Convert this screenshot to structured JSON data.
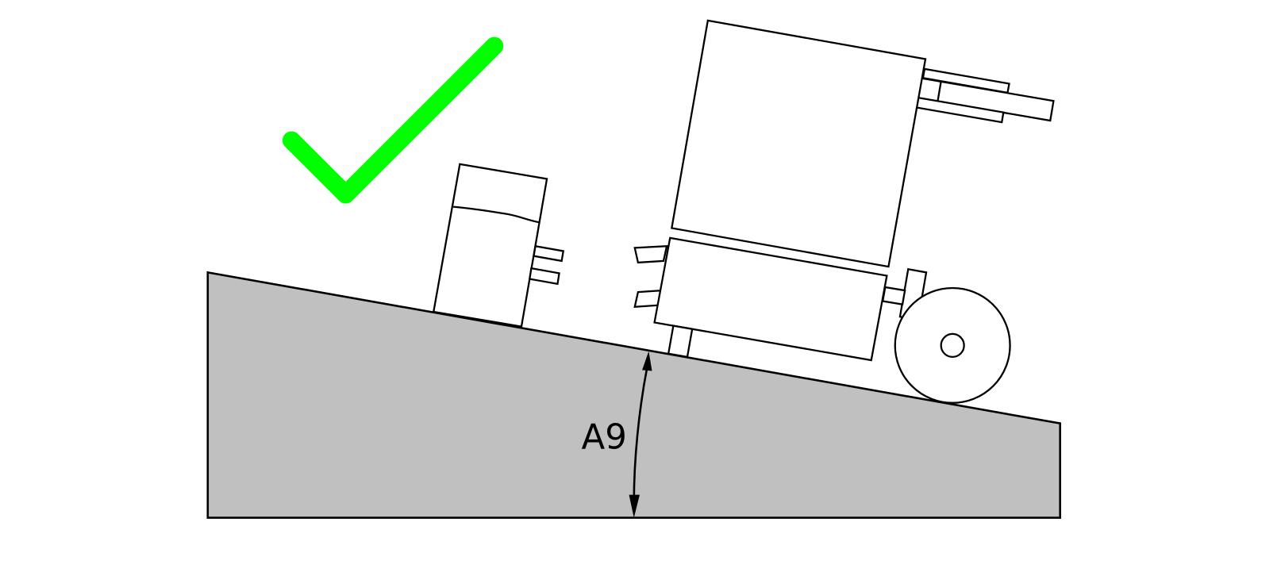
{
  "diagram": {
    "type": "technical-illustration",
    "description": "Machine correctly positioned on a slope (approved)",
    "colors": {
      "background": "#ffffff",
      "ramp_fill": "#c0c0c0",
      "line": "#000000",
      "check_mark": "#00ff00"
    },
    "check_mark": {
      "meaning": "correct / approved",
      "color": "#00ff00"
    },
    "angle_dimension": {
      "label": "A9"
    },
    "components": [
      "ramp",
      "fuel-container",
      "machine-upper-housing",
      "machine-lower-housing",
      "handle-bracket",
      "wheel"
    ]
  }
}
